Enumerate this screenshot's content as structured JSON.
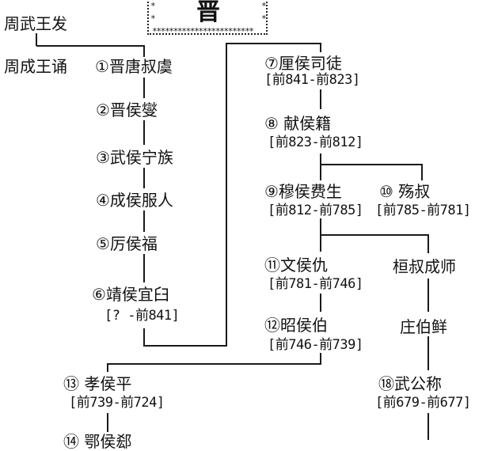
{
  "header": {
    "title": "晋",
    "stars": "************************",
    "side_star": "*"
  },
  "people": {
    "zhou_wu": "周武王发",
    "zhou_cheng": "周成王诵",
    "p1": "①晋唐叔虞",
    "p2": "②晋侯燮",
    "p3": "③武侯宁族",
    "p4": "④成侯服人",
    "p5": "⑤厉侯福",
    "p6": "⑥靖侯宜臼",
    "p6_dates": "[? -前841]",
    "p7": "⑦厘侯司徒",
    "p7_dates": "[前841-前823]",
    "p8": "⑧ 献侯籍",
    "p8_dates": "[前823-前812]",
    "p9": "⑨穆侯费生",
    "p9_dates": "[前812-前785]",
    "p10": "⑩ 殇叔",
    "p10_dates": "[前785-前781]",
    "p11": "⑪文侯仇",
    "p11_dates": "[前781-前746]",
    "huan": "桓叔成师",
    "p12": "⑫昭侯伯",
    "p12_dates": "[前746-前739]",
    "zhuang": "庄伯鲜",
    "p13": "⑬ 孝侯平",
    "p13_dates": "[前739-前724]",
    "p18": "⑱武公称",
    "p18_dates": "[前679-前677]",
    "p14_partial": "⑭ 鄂侯郄"
  },
  "colors": {
    "line": "#1a1a1a",
    "text": "#111111",
    "background": "#ffffff"
  }
}
